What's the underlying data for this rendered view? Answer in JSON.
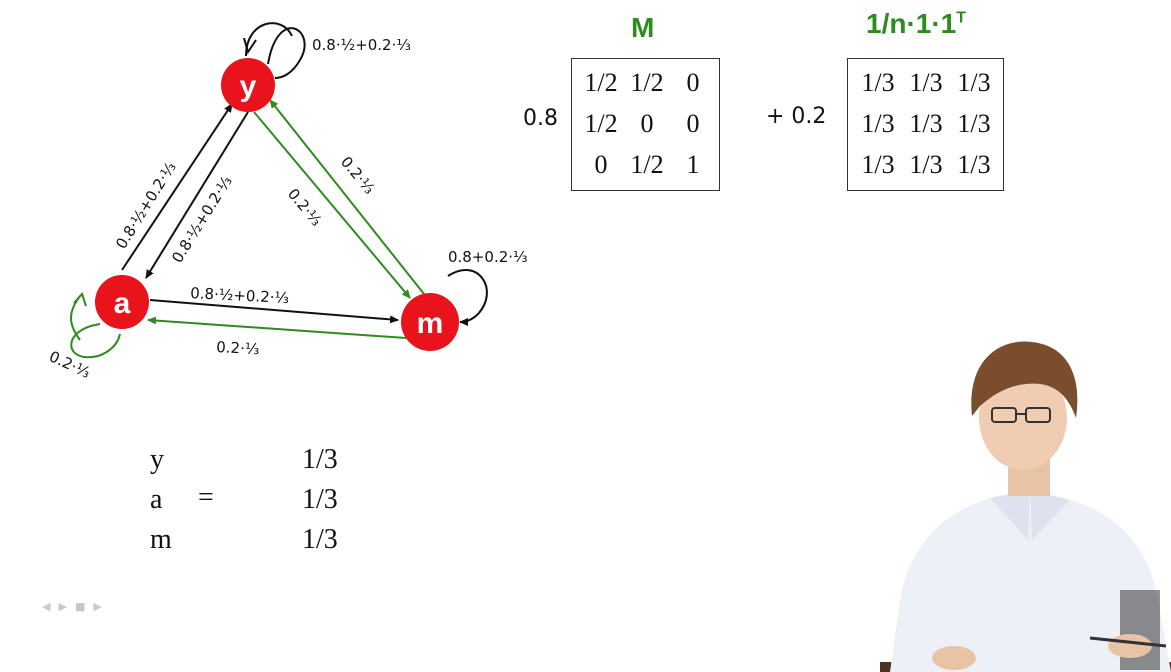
{
  "graph": {
    "nodes": {
      "y": "y",
      "a": "a",
      "m": "m"
    },
    "edge_labels": {
      "y_self": "0.8·½+0.2·⅓",
      "a_to_y": "0.8·½+0.2·⅓",
      "y_to_a": "0.8·½+0.2·⅓",
      "y_to_m": "0.2·⅓",
      "m_to_y": "0.2·⅓",
      "a_to_m": "0.8·½+0.2·⅓",
      "m_to_a": "0.2·⅓",
      "m_self": "0.8+0.2·⅓",
      "a_self": "0.2·⅓"
    },
    "colors": {
      "node": "#e8131b",
      "link_edge": "#111111",
      "teleport_edge": "#2e8b1e"
    }
  },
  "matrix_m": {
    "title": "M",
    "coefficient": "0.8",
    "rows": [
      [
        "1/2",
        "1/2",
        "0"
      ],
      [
        "1/2",
        "0",
        "0"
      ],
      [
        "0",
        "1/2",
        "1"
      ]
    ]
  },
  "matrix_teleport": {
    "title": "1/n·1·1",
    "title_sup": "T",
    "coefficient": "+ 0.2",
    "rows": [
      [
        "1/3",
        "1/3",
        "1/3"
      ],
      [
        "1/3",
        "1/3",
        "1/3"
      ],
      [
        "1/3",
        "1/3",
        "1/3"
      ]
    ]
  },
  "rank_vector": {
    "names": [
      "y",
      "a",
      "m"
    ],
    "equals": "=",
    "values": [
      "1/3",
      "1/3",
      "1/3"
    ]
  }
}
